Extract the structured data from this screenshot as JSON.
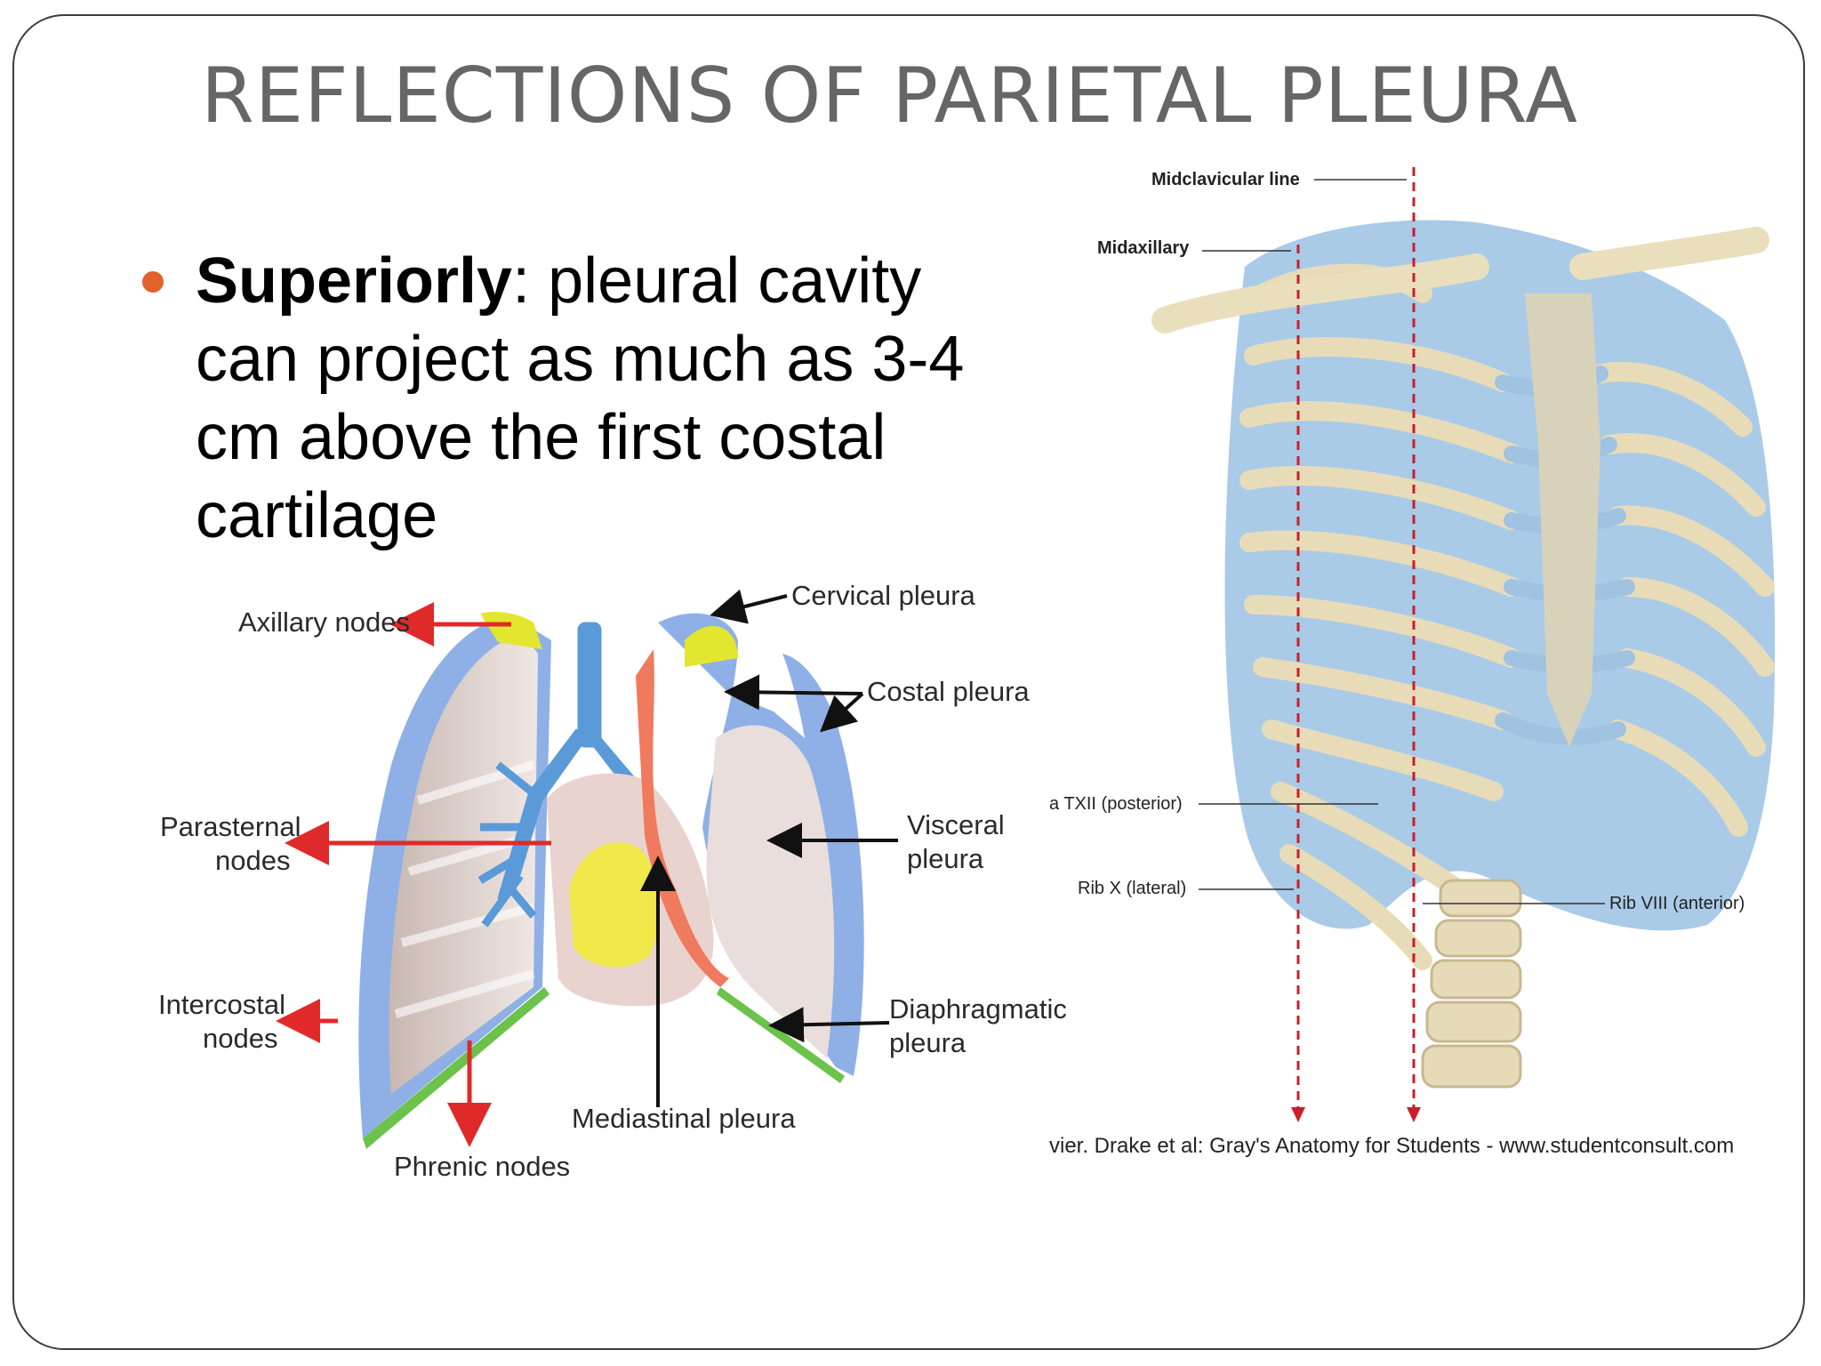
{
  "slide": {
    "title": "REFLECTIONS OF PARIETAL PLEURA",
    "bullet": {
      "bold": "Superiorly",
      "text": ": pleural cavity can project as much as 3-4 cm above the first costal cartilage"
    }
  },
  "colors": {
    "bullet": "#e0622a",
    "title": "#666666",
    "arrow_red": "#e02a2a",
    "pleura_blue": "#8fb0e6",
    "cervical_yellow": "#e3e62e",
    "diaphragmatic_green": "#6cc24a"
  },
  "left_diagram": {
    "labels": {
      "cervical": "Cervical pleura",
      "costal": "Costal pleura",
      "visceral_1": "Visceral",
      "visceral_2": "pleura",
      "diaphragmatic_1": "Diaphragmatic",
      "diaphragmatic_2": "pleura",
      "mediastinal": "Mediastinal pleura",
      "axillary": "Axillary nodes",
      "parasternal_1": "Parasternal",
      "parasternal_2": "nodes",
      "intercostal_1": "Intercostal",
      "intercostal_2": "nodes",
      "phrenic": "Phrenic nodes"
    }
  },
  "right_diagram": {
    "labels": {
      "midclavicular": "Midclavicular line",
      "midaxillary": "Midaxillary",
      "txii": "a TXII (posterior)",
      "rib_x": "Rib X (lateral)",
      "rib_viii": "Rib VIII (anterior)",
      "credit": "vier. Drake et al: Gray's Anatomy for Students - www.studentconsult.com"
    }
  }
}
